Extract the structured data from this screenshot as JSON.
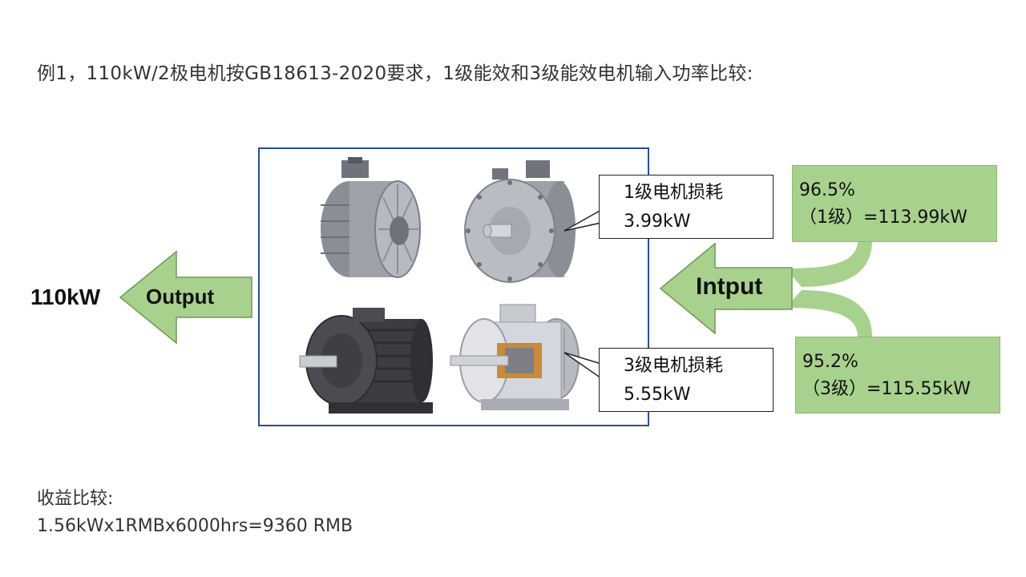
{
  "heading": "例1，110kW/2极电机按GB18613-2020要求，1级能效和3级能效电机输入功率比较:",
  "output": {
    "power": "110kW",
    "arrow_label": "Output"
  },
  "input": {
    "arrow_label": "Intput"
  },
  "callouts": [
    {
      "line1": "1级电机损耗",
      "line2": "3.99kW"
    },
    {
      "line1": "3级电机损耗",
      "line2": "5.55kW"
    }
  ],
  "efficiency": [
    {
      "pct": "96.5%",
      "detail": "（1级）=113.99kW"
    },
    {
      "pct": "95.2%",
      "detail": "（3级）=115.55kW"
    }
  ],
  "footer": {
    "title": "收益比较:",
    "formula": "1.56kWx1RMBx6000hrs=9360 RMB"
  },
  "colors": {
    "frame": "#2b4f93",
    "green_fill": "#a9d18e",
    "arrow_fill": "#9fcf8a"
  }
}
